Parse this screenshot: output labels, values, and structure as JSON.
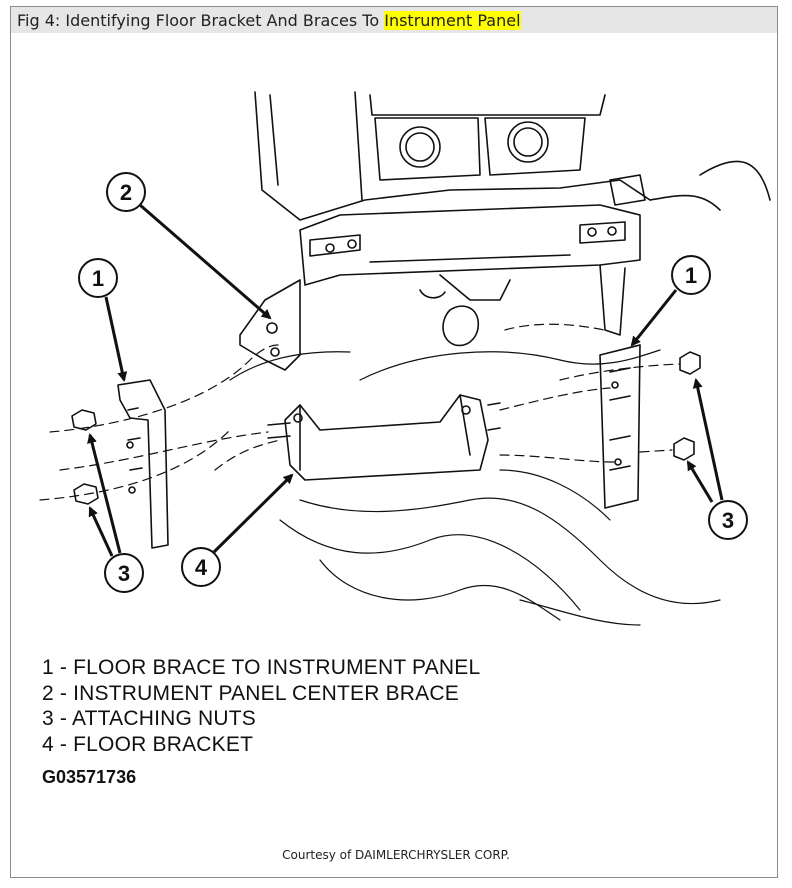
{
  "figure": {
    "title_prefix": "Fig 4: Identifying Floor Bracket And Braces To ",
    "title_highlight": "Instrument Panel",
    "highlight_color": "#ffff00"
  },
  "callouts": [
    "1",
    "2",
    "1",
    "3",
    "3",
    "4"
  ],
  "legend": [
    "1 - FLOOR BRACE TO INSTRUMENT PANEL",
    "2 - INSTRUMENT PANEL CENTER BRACE",
    "3 - ATTACHING NUTS",
    "4 - FLOOR BRACKET"
  ],
  "figure_code": "G03571736",
  "courtesy": "Courtesy of DAIMLERCHRYSLER CORP."
}
